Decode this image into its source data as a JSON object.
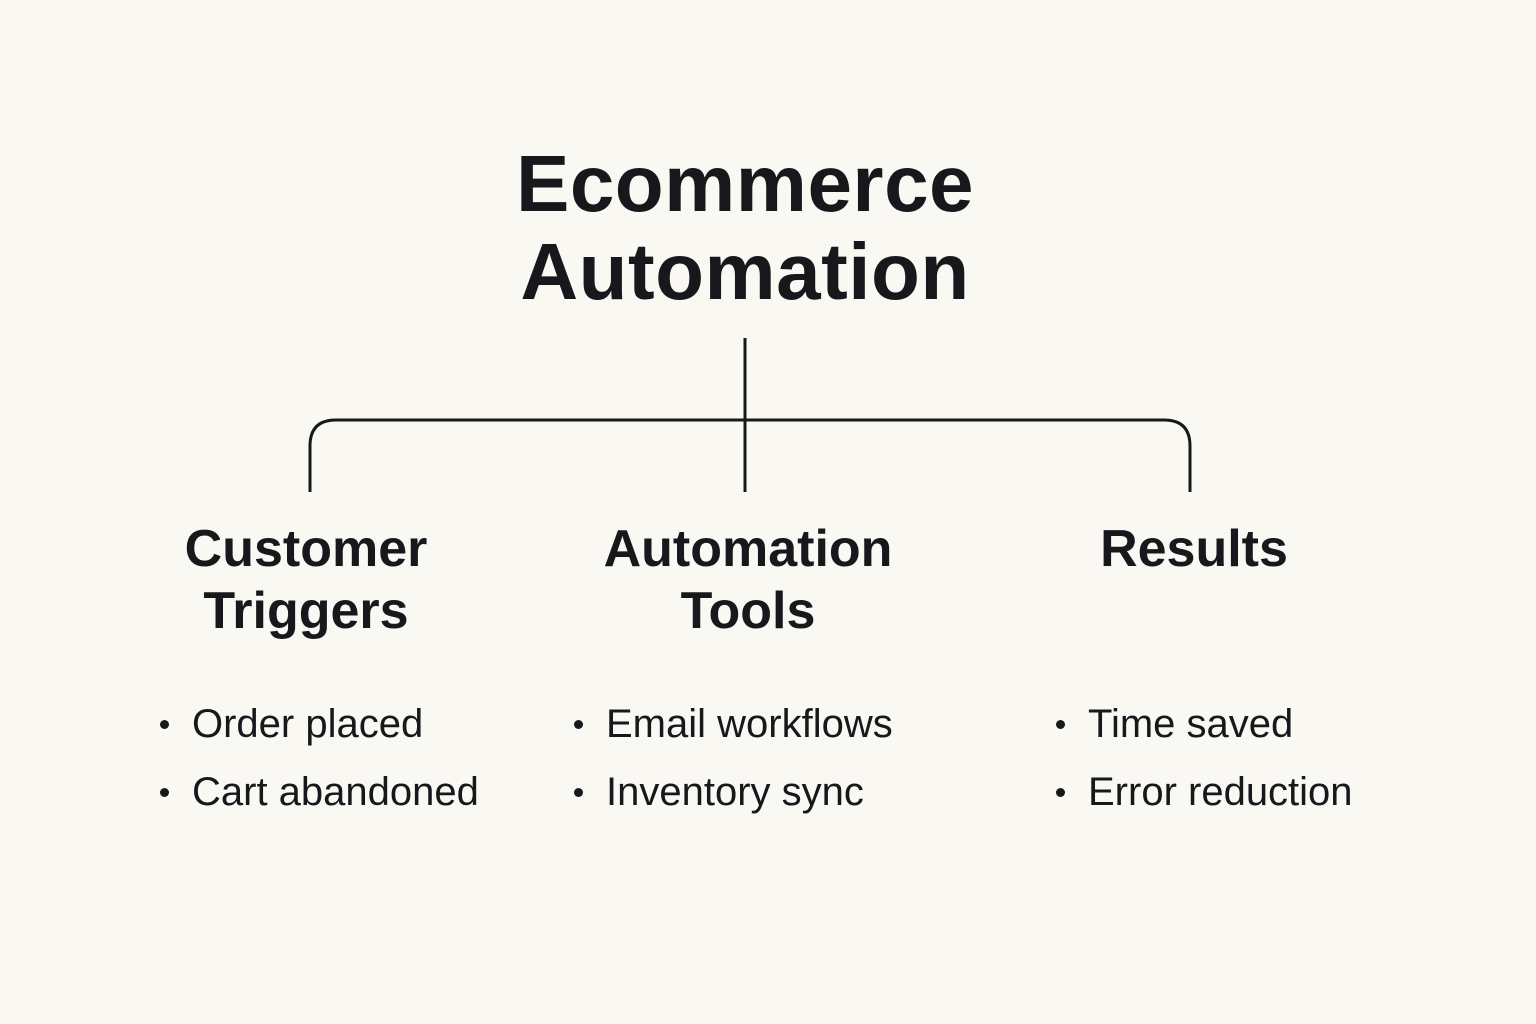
{
  "title": {
    "line1": "Ecommerce",
    "line2": "Automation"
  },
  "columns": [
    {
      "heading_line1": "Customer",
      "heading_line2": "Triggers",
      "items": [
        "Order placed",
        "Cart abandoned"
      ]
    },
    {
      "heading_line1": "Automation",
      "heading_line2": "Tools",
      "items": [
        "Email workflows",
        "Inventory sync"
      ]
    },
    {
      "heading_line1": "Results",
      "heading_line2": "",
      "items": [
        "Time saved",
        "Error reduction"
      ]
    }
  ],
  "colors": {
    "background": "#faf8f3",
    "ink": "#16181c"
  }
}
